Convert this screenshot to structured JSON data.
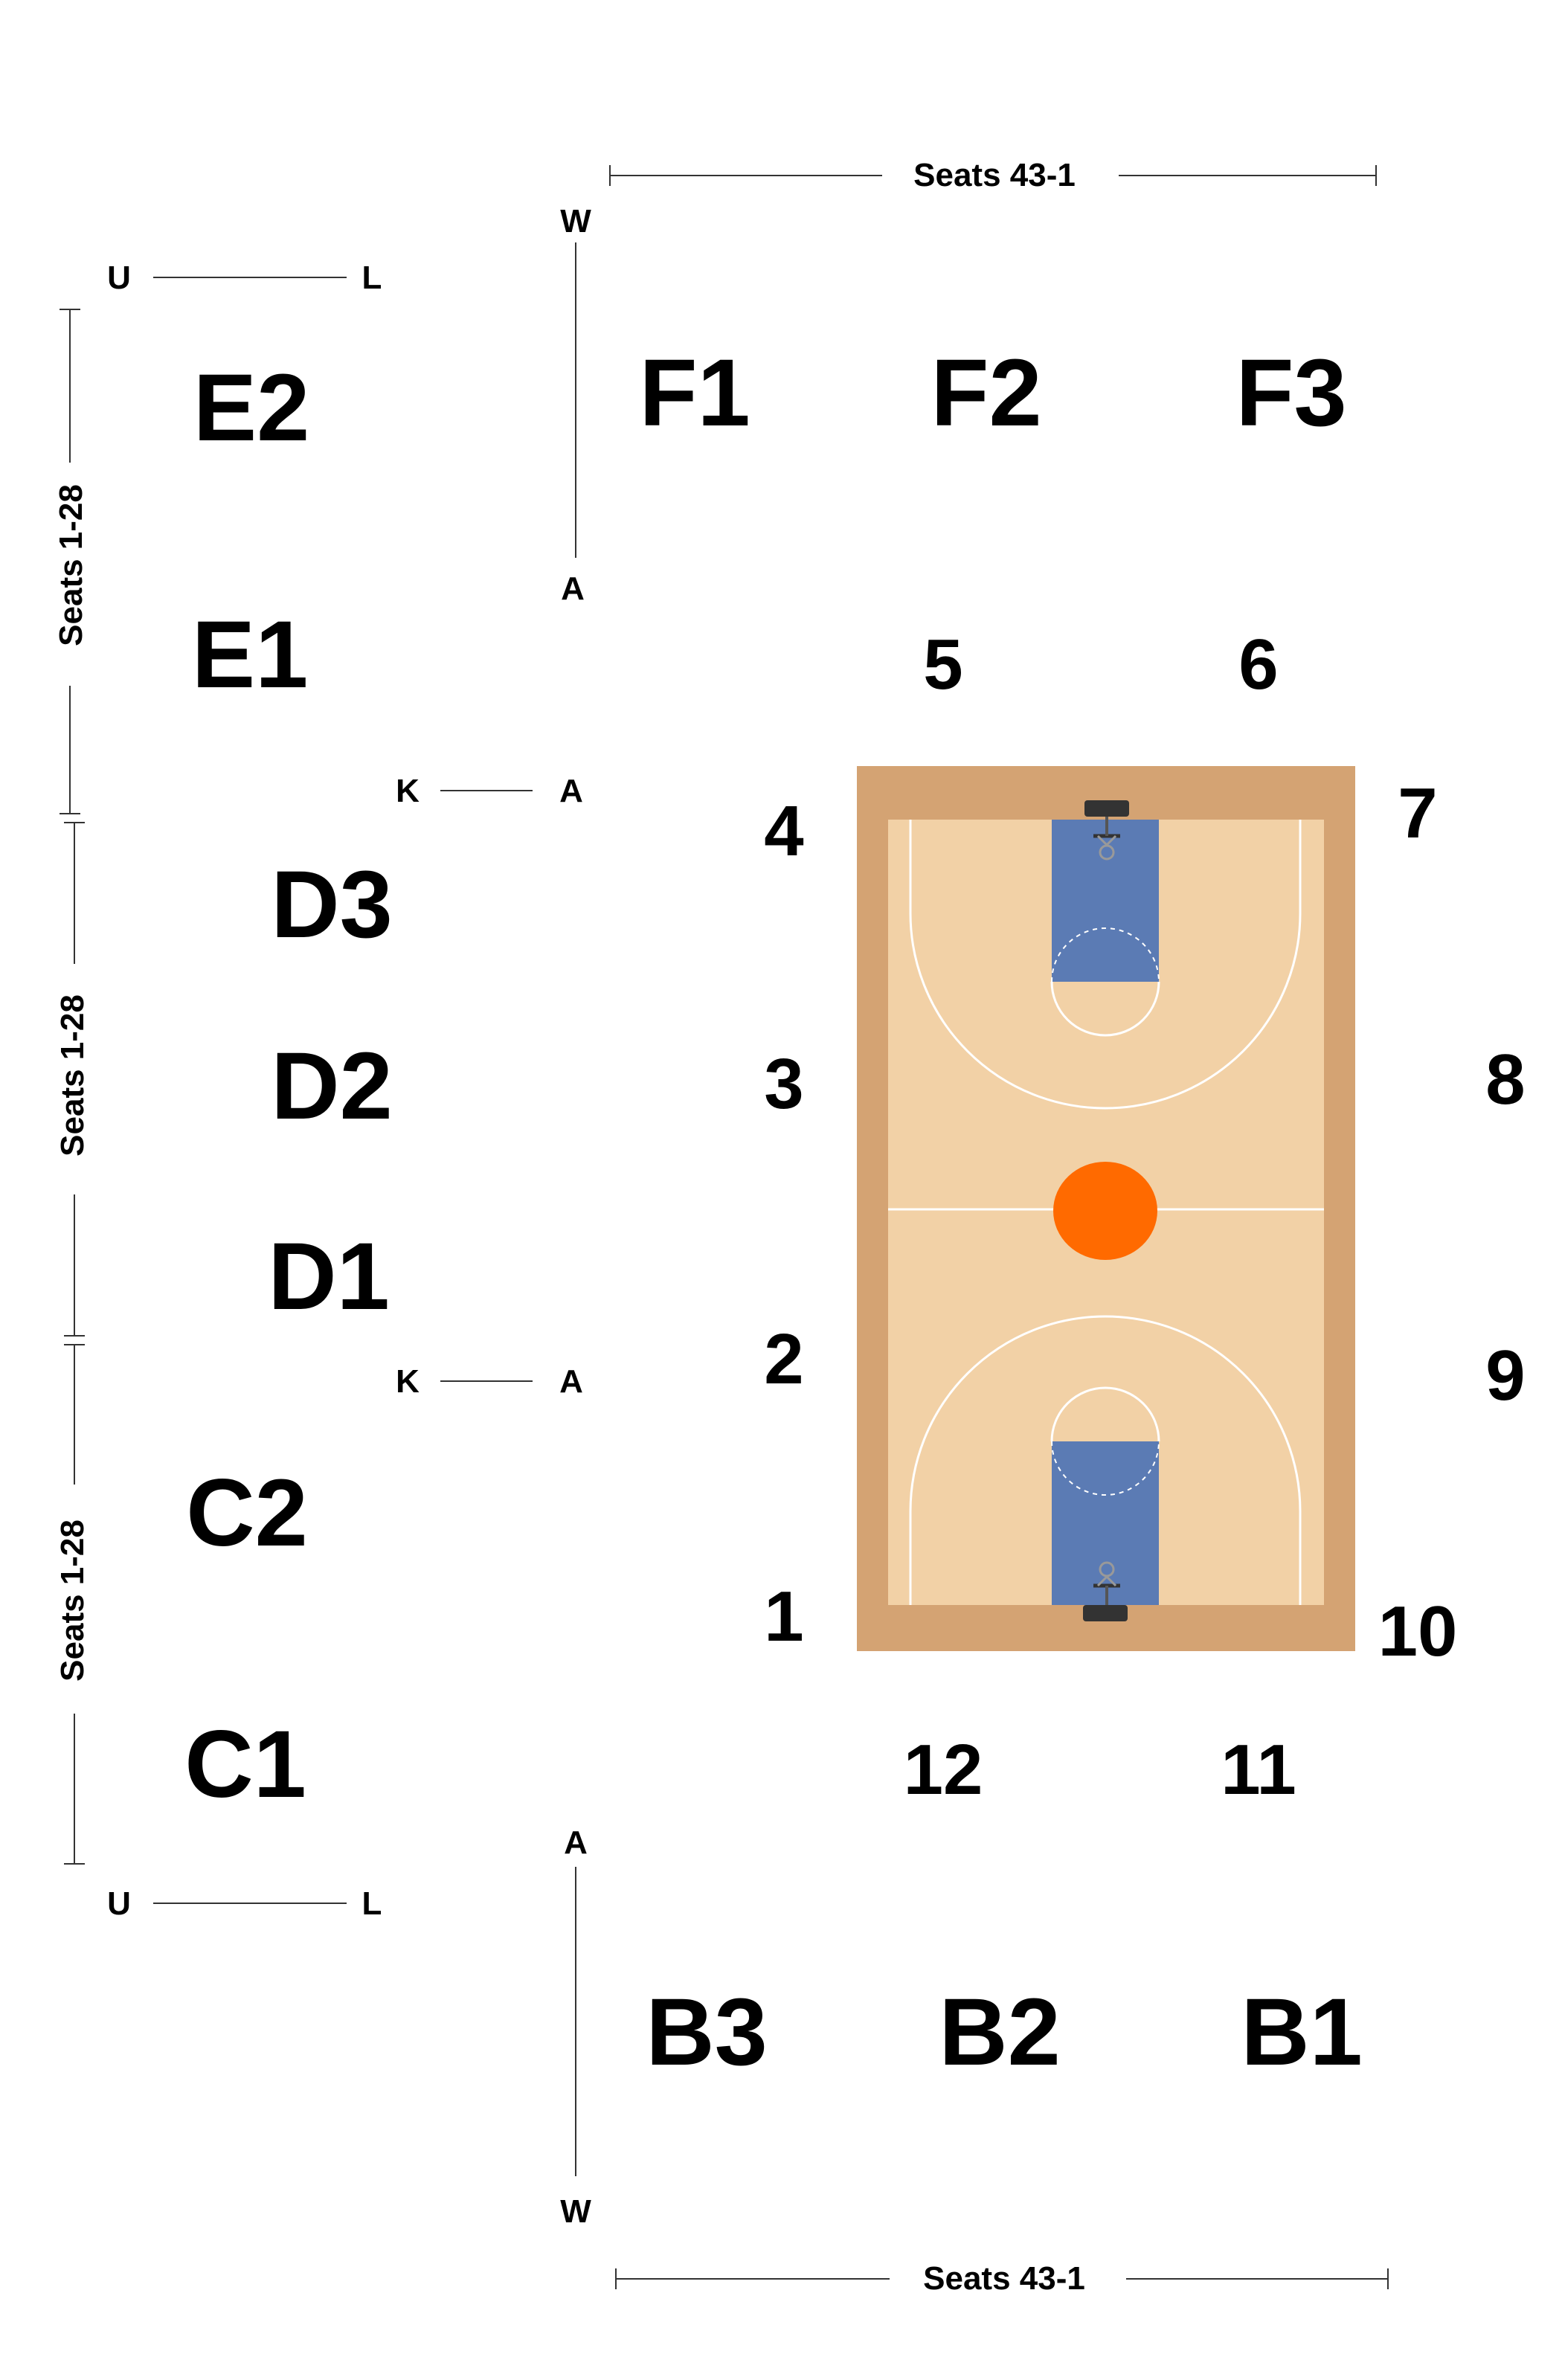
{
  "sections": {
    "E2": "E2",
    "E1": "E1",
    "D3": "D3",
    "D2": "D2",
    "D1": "D1",
    "C2": "C2",
    "C1": "C1",
    "F1": "F1",
    "F2": "F2",
    "F3": "F3",
    "B3": "B3",
    "B2": "B2",
    "B1": "B1"
  },
  "segments": [
    "1",
    "2",
    "3",
    "4",
    "5",
    "6",
    "7",
    "8",
    "9",
    "10",
    "11",
    "12"
  ],
  "seat_labels": {
    "top": "Seats 43-1",
    "bottom": "Seats 43-1",
    "left_upper": "Seats 1-28",
    "left_middle": "Seats 1-28",
    "left_lower": "Seats 1-28"
  },
  "row_labels": {
    "top_left_u": "U",
    "top_left_l": "L",
    "bottom_left_u": "U",
    "bottom_left_l": "L",
    "top_w": "W",
    "top_a": "A",
    "bottom_a": "A",
    "bottom_w": "W",
    "upper_k": "K",
    "upper_a": "A",
    "lower_k": "K",
    "lower_a": "A"
  },
  "colors": {
    "court_border": "#D4A373",
    "court_floor": "#F2D1A6",
    "paint": "#5B7BB4",
    "center_circle": "#FF6A00",
    "court_lines": "#ffffff",
    "hoop": "#333333"
  }
}
